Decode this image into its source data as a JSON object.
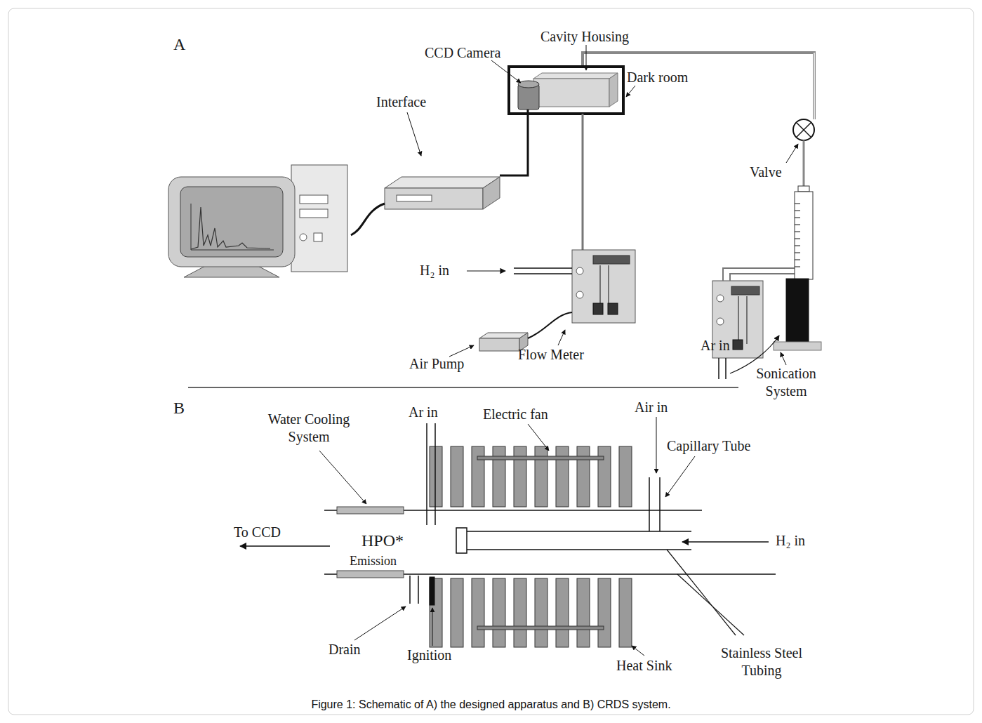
{
  "diagram": {
    "caption": "Figure 1: Schematic of A) the designed apparatus and B) CRDS system.",
    "labels": [
      "A",
      "Cavity Housing",
      "CCD Camera",
      "Dark room",
      "Interface",
      "Valve",
      "H₂ in",
      "Air Pump",
      "Flow Meter",
      "Ar in",
      "Sonication System",
      "B",
      "Water Cooling System",
      "Ar in",
      "Electric fan",
      "Air in",
      "Capillary Tube",
      "To CCD",
      "HPO*",
      "Emission",
      "H₂ in",
      "Drain",
      "Ignition",
      "Heat Sink",
      "Stainless Steel Tubing"
    ]
  }
}
